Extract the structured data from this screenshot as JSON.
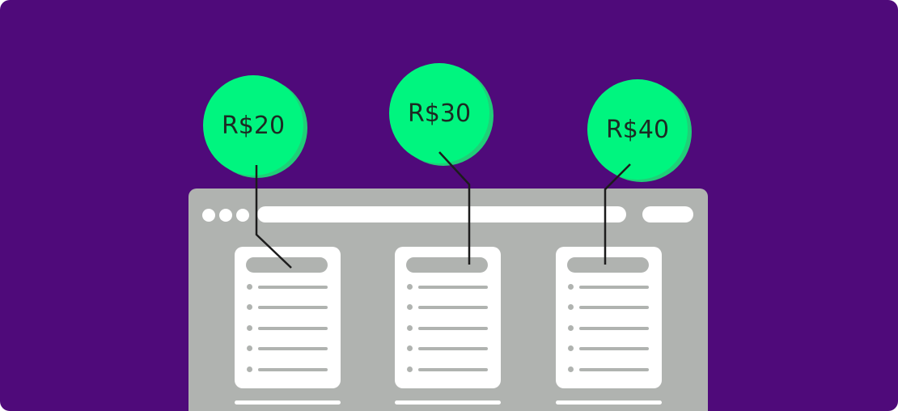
{
  "prices": [
    {
      "label": "R$20"
    },
    {
      "label": "R$30"
    },
    {
      "label": "R$40"
    }
  ],
  "colors": {
    "background": "#4f0a7a",
    "badge": "#00f57f",
    "badge_shadow": "#1fcf78",
    "window": "#b0b3b0",
    "text": "#1c2b23"
  }
}
